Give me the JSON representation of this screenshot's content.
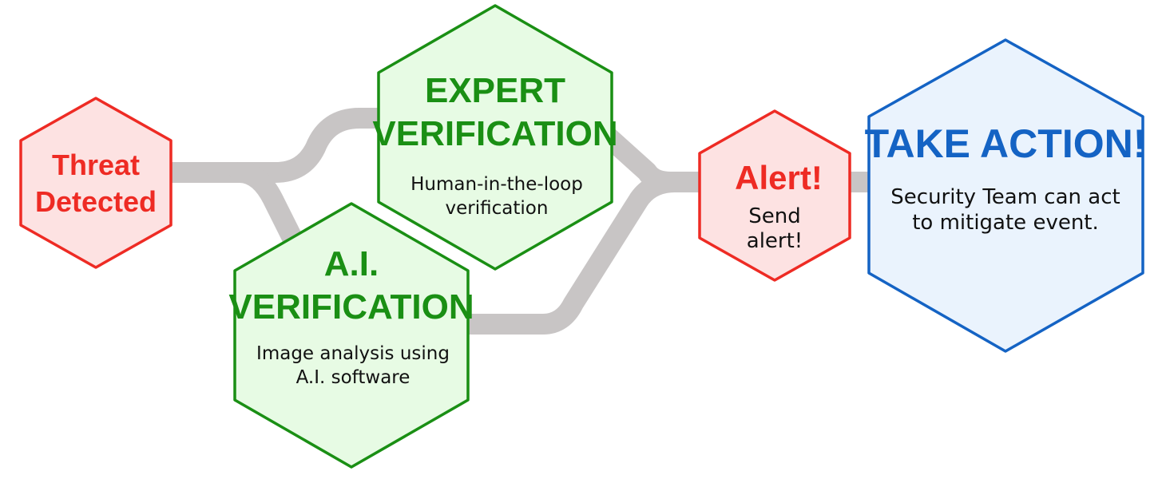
{
  "colors": {
    "red_stroke": "#ee2b24",
    "red_fill": "#fde2e2",
    "green_stroke": "#1a8f14",
    "green_fill": "#e7fbe4",
    "blue_stroke": "#1463c4",
    "blue_fill": "#eaf3fd",
    "connector": "#c8c5c5"
  },
  "nodes": {
    "threat": {
      "title_line1": "Threat",
      "title_line2": "Detected"
    },
    "expert": {
      "title_line1": "EXPERT",
      "title_line2": "VERIFICATION",
      "desc_line1": "Human-in-the-loop",
      "desc_line2": "verification"
    },
    "ai": {
      "title_line1": "A.I.",
      "title_line2": "VERIFICATION",
      "desc_line1": "Image analysis using",
      "desc_line2": "A.I. software"
    },
    "alert": {
      "title": "Alert!",
      "desc_line1": "Send",
      "desc_line2": "alert!"
    },
    "action": {
      "title": "TAKE ACTION!",
      "desc_line1": "Security Team can act",
      "desc_line2": "to mitigate event."
    }
  }
}
